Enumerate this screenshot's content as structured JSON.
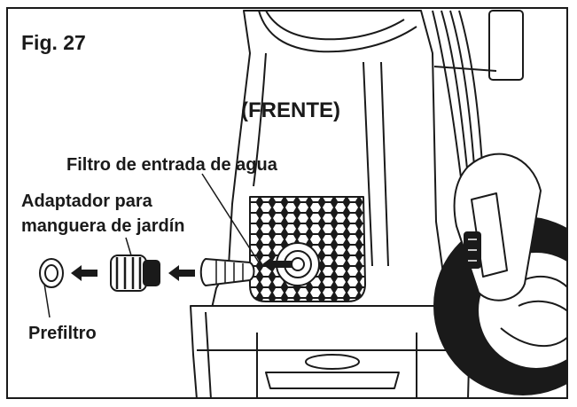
{
  "figure": {
    "label": "Fig. 27",
    "view": "(FRENTE)"
  },
  "callouts": {
    "inlet_filter": "Filtro de entrada de agua",
    "hose_adapter_line1": "Adaptador para",
    "hose_adapter_line2": "manguera de jardín",
    "prefilter": "Prefiltro"
  },
  "icons": {
    "arrow": "black-left-arrow",
    "grille": "honeycomb-grille",
    "wheel": "wheel"
  },
  "colors": {
    "line": "#1a1a1a",
    "fill": "#ffffff",
    "shade": "#d8d8d8"
  }
}
